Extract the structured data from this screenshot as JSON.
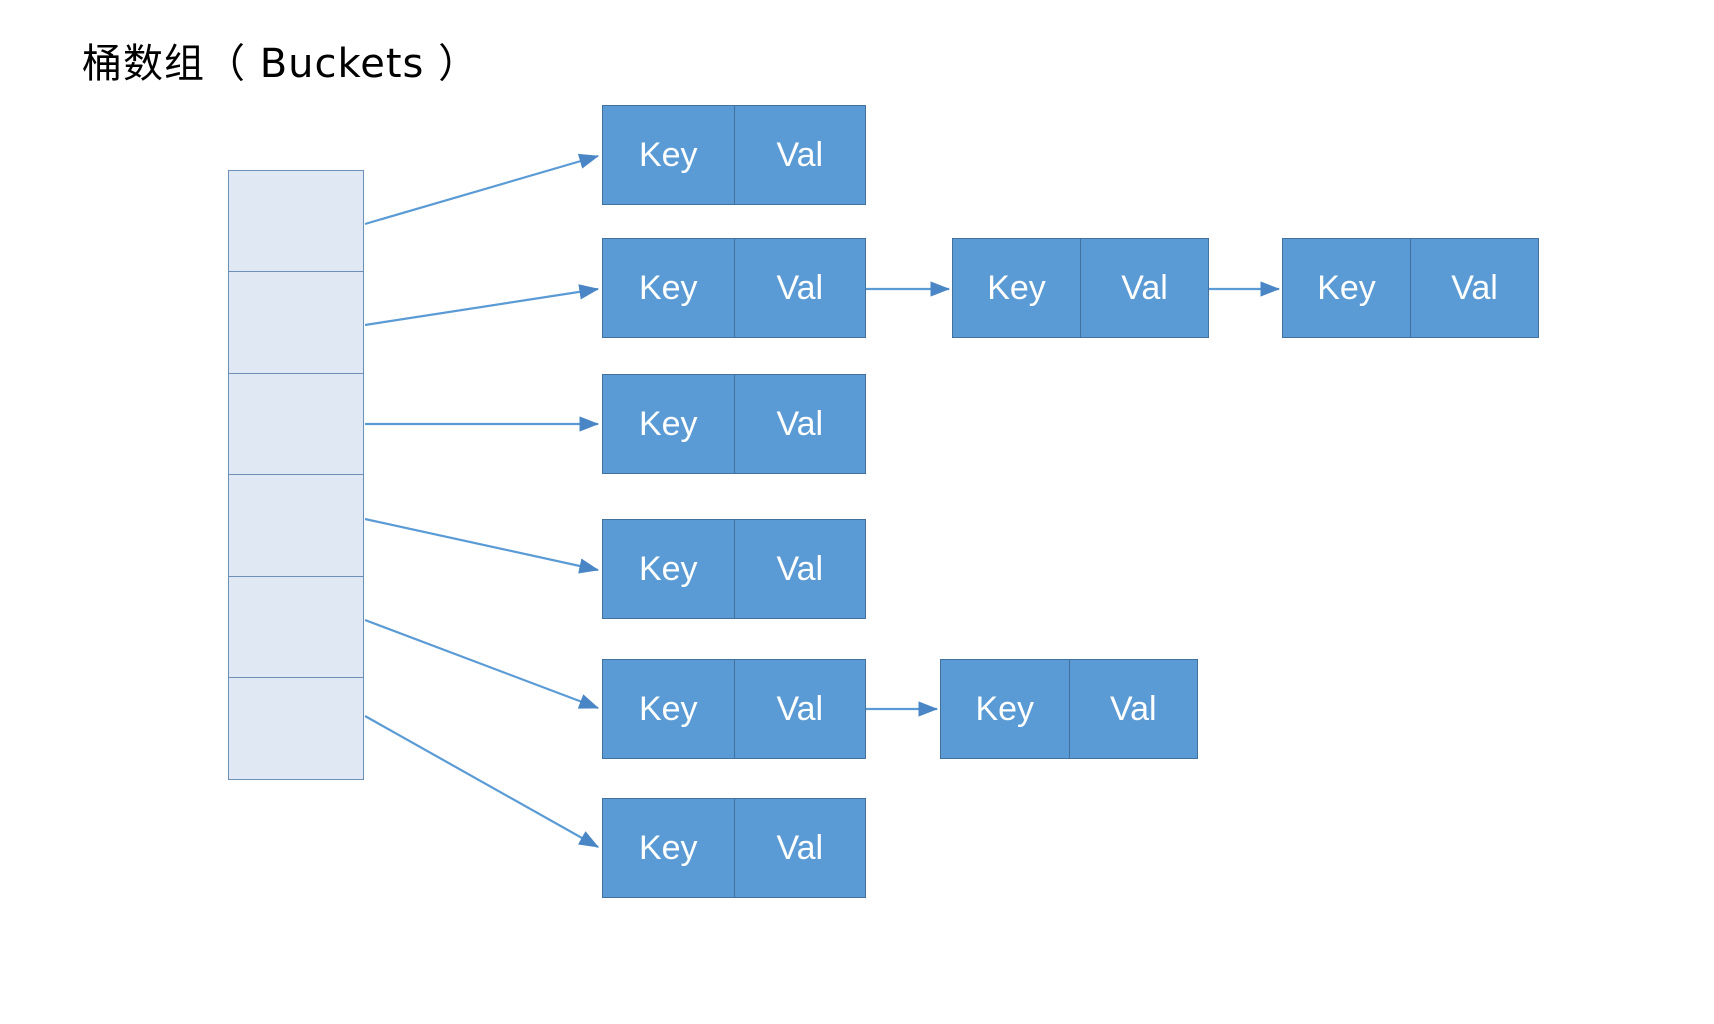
{
  "title": "桶数组（ Buckets ）",
  "colors": {
    "bucket_fill": "#dfe8f3",
    "bucket_border": "#6e90b8",
    "node_fill": "#5b9bd5",
    "node_border": "#41719c",
    "node_text": "#ffffff",
    "arrow": "#5b9bd5",
    "background": "#ffffff",
    "title_text": "#000000"
  },
  "bucket_array": {
    "label": "桶数组（ Buckets ）",
    "cell_count": 6,
    "cells": [
      {
        "index": 0,
        "content": ""
      },
      {
        "index": 1,
        "content": ""
      },
      {
        "index": 2,
        "content": ""
      },
      {
        "index": 3,
        "content": ""
      },
      {
        "index": 4,
        "content": ""
      },
      {
        "index": 5,
        "content": ""
      }
    ]
  },
  "node_labels": {
    "key": "Key",
    "val": "Val"
  },
  "chains": [
    {
      "bucket_index": 0,
      "node_count": 1,
      "nodes": [
        {
          "key": "Key",
          "val": "Val"
        }
      ]
    },
    {
      "bucket_index": 1,
      "node_count": 3,
      "nodes": [
        {
          "key": "Key",
          "val": "Val"
        },
        {
          "key": "Key",
          "val": "Val"
        },
        {
          "key": "Key",
          "val": "Val"
        }
      ]
    },
    {
      "bucket_index": 2,
      "node_count": 1,
      "nodes": [
        {
          "key": "Key",
          "val": "Val"
        }
      ]
    },
    {
      "bucket_index": 3,
      "node_count": 1,
      "nodes": [
        {
          "key": "Key",
          "val": "Val"
        }
      ]
    },
    {
      "bucket_index": 4,
      "node_count": 2,
      "nodes": [
        {
          "key": "Key",
          "val": "Val"
        },
        {
          "key": "Key",
          "val": "Val"
        }
      ]
    },
    {
      "bucket_index": 5,
      "node_count": 1,
      "nodes": [
        {
          "key": "Key",
          "val": "Val"
        }
      ]
    }
  ]
}
